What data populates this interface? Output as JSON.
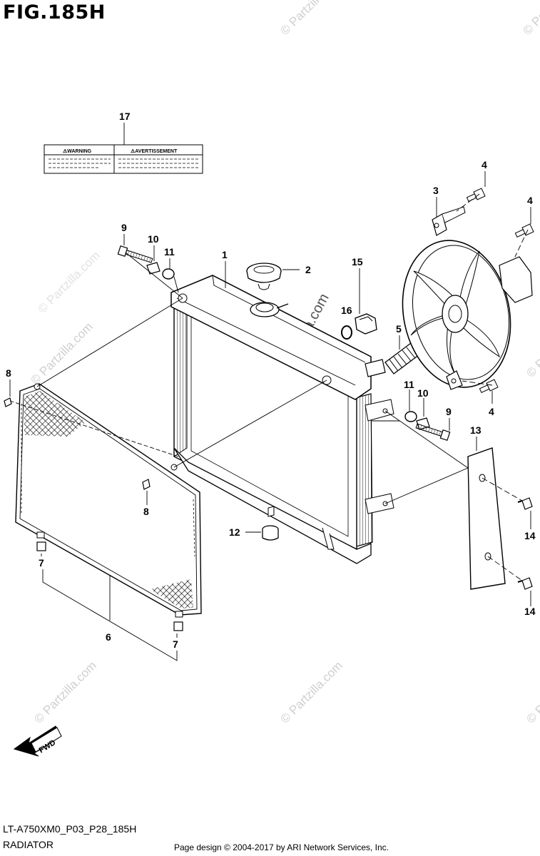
{
  "header": {
    "figure_title": "FIG.185H"
  },
  "footer": {
    "code": "LT-A750XM0_P03_P28_185H",
    "caption": "RADIATOR",
    "credit": "Page design © 2004-2017 by ARI Network Services, Inc."
  },
  "label_sticker": {
    "left_text": "⚠WARNING",
    "right_text": "⚠AVERTISSEMENT"
  },
  "fwd_arrow": {
    "text": "FWD"
  },
  "watermark": {
    "text": "© Partzilla.com"
  },
  "callouts": {
    "c1": "1",
    "c2": "2",
    "c3": "3",
    "c4a": "4",
    "c4b": "4",
    "c4c": "4",
    "c5": "5",
    "c6": "6",
    "c7a": "7",
    "c7b": "7",
    "c8a": "8",
    "c8b": "8",
    "c9a": "9",
    "c9b": "9",
    "c10a": "10",
    "c10b": "10",
    "c11a": "11",
    "c11b": "11",
    "c12": "12",
    "c13": "13",
    "c14a": "14",
    "c14b": "14",
    "c15": "15",
    "c16": "16",
    "c17": "17"
  }
}
